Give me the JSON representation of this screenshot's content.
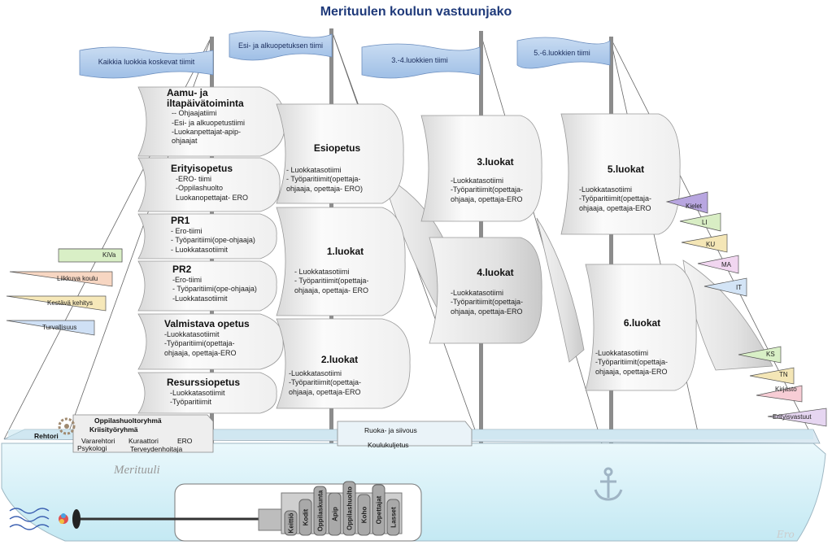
{
  "title": "Merituulen koulun vastuunjako",
  "flags": {
    "f1": "Kaikkia luokkia koskevat tiimit",
    "f2": "Esi- ja alkuopetuksen tiimi",
    "f3": "3.-4.luokkien tiimi",
    "f4": "5.-6.luokkien tiimi"
  },
  "sails": {
    "aamu": {
      "title": "Aamu- ja iltapäivätoiminta",
      "lines": [
        "-- Ohjaajatiimi",
        "-Esi- ja alkuopetustiimi",
        "-Luokanpettajat-apip-ohjaajat"
      ]
    },
    "erityis": {
      "title": "Erityisopetus",
      "lines": [
        "-ERO- tiimi",
        "-Oppilashuolto",
        "Luokanopettajat- ERO"
      ]
    },
    "pr1": {
      "title": "PR1",
      "lines": [
        "- Ero-tiimi",
        "- Työparitiimi(ope-ohjaaja)",
        "- Luokkatasotiimit"
      ]
    },
    "pr2": {
      "title": "PR2",
      "lines": [
        "-Ero-tiimi",
        "- Työparitiimi(ope-ohjaaja)",
        "-Luokkatasotiimit"
      ]
    },
    "valm": {
      "title": "Valmistava opetus",
      "lines": [
        "-Luokkatasotiimit",
        "-Työparitiimi(opettaja-",
        "ohjaaja, opettaja-ERO"
      ]
    },
    "resurssi": {
      "title": "Resurssiopetus",
      "lines": [
        "-Luokkatasotiimit",
        "-Työparitiimit"
      ]
    },
    "esi": {
      "title": "Esiopetus",
      "lines": [
        "- Luokkatasotiimi",
        "- Työparitiimit(opettaja-",
        "ohjaaja, opettaja- ERO)"
      ]
    },
    "l1": {
      "title": "1.luokat",
      "lines": [
        "- Luokkatasotiimi",
        "- Työparitiimit(opettaja-",
        "ohjaaja, opettaja- ERO"
      ]
    },
    "l2": {
      "title": "2.luokat",
      "lines": [
        "-Luokkatasotiimi",
        "-Työparitiimit(opettaja-",
        "ohjaaja, opettaja-ERO"
      ]
    },
    "l3": {
      "title": "3.luokat",
      "lines": [
        "-Luokkatasotiimi",
        "-Työparitiimit(opettaja-",
        "ohjaaja, opettaja-ERO"
      ]
    },
    "l4": {
      "title": "4.luokat",
      "lines": [
        "-Luokkatasotiimi",
        "-Työparitiimit(opettaja-",
        "ohjaaja, opettaja-ERO"
      ]
    },
    "l5": {
      "title": "5.luokat",
      "lines": [
        "-Luokkatasotiimi",
        "-Työparitiimit(opettaja-",
        "ohjaaja, opettaja-ERO"
      ]
    },
    "l6": {
      "title": "6.luokat",
      "lines": [
        "-Luokkatasotiimi",
        "-Työparitiimit(opettaja-",
        "ohjaaja, opettaja-ERO"
      ]
    }
  },
  "left_pennants": [
    "KiVa",
    "Liikkuva koulu",
    "Kestävä kehitys",
    "Turvallisuus"
  ],
  "right_pennants": [
    "Kielet",
    "LI",
    "KU",
    "MA",
    "IT",
    "KS",
    "TN",
    "Kirjasto",
    "Erityisvastuut"
  ],
  "deck": {
    "ohr": "Oppilashuoltoryhmä",
    "kriisi": "Kriisityöryhmä",
    "rehtori": "Rehtori",
    "vara": "Vararehtori",
    "psyk": "Psykologi",
    "kur": "Kuraattori",
    "ero": "ERO",
    "th": "Terveydenhoitaja",
    "ruoka": "Ruoka- ja siivous",
    "kuljetus": "Koulukuljetus"
  },
  "ship_name": "Merituuli",
  "engine": [
    "Keittiö",
    "Kodit",
    "Oppilaskunta",
    "Apip",
    "Oppilashuolto",
    "Koho",
    "Opettajat",
    "Lasset"
  ],
  "signature": "Ero"
}
